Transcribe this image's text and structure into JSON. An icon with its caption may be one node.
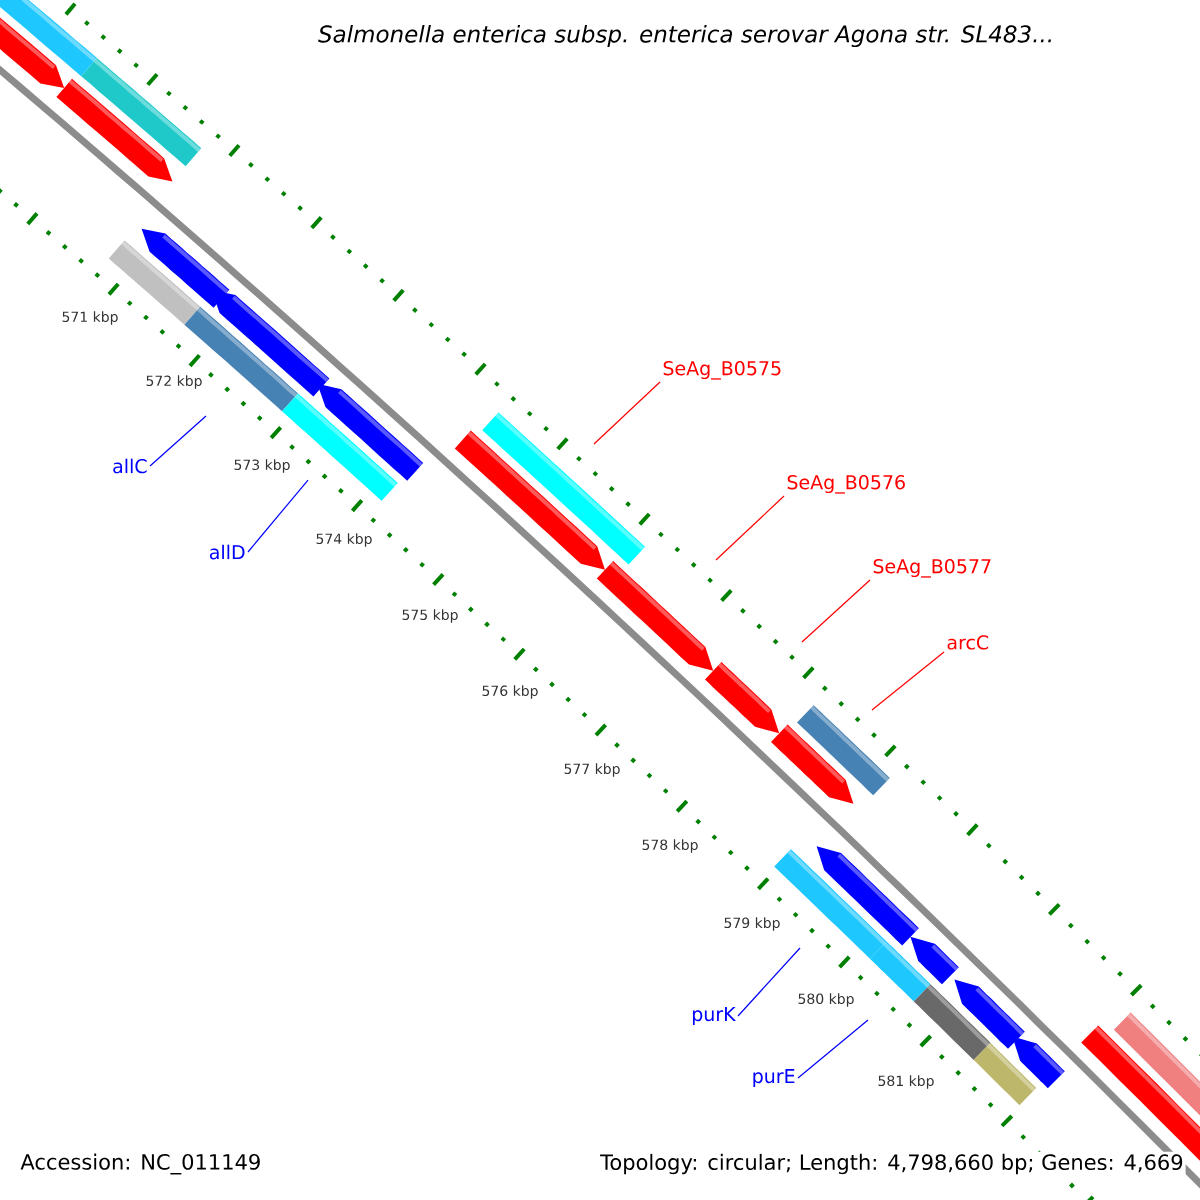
{
  "diagram": {
    "title": "Salmonella enterica subsp. enterica serovar Agona str. SL483...",
    "nodes": [
      {
        "text": [
          "SeAg_B0575"
        ]
      },
      {
        "text": [
          "SeAg_B0576"
        ]
      },
      {
        "text": [
          "SeAg_B0577"
        ]
      },
      {
        "text": [
          "arcC"
        ]
      },
      {
        "text": [
          "allC"
        ]
      },
      {
        "text": [
          "allD"
        ]
      },
      {
        "text": [
          "purK"
        ]
      },
      {
        "text": [
          "purE"
        ]
      }
    ],
    "edges": [
      {
        "from": 0,
        "to": null,
        "arrow": "none"
      },
      {
        "from": 1,
        "to": null,
        "arrow": "none"
      },
      {
        "from": 2,
        "to": null,
        "arrow": "none"
      },
      {
        "from": 3,
        "to": null,
        "arrow": "none"
      },
      {
        "from": 4,
        "to": null,
        "arrow": "none",
        "color": "#0000ff"
      },
      {
        "from": 5,
        "to": null,
        "arrow": "none",
        "color": "#0000ff"
      },
      {
        "from": 6,
        "to": null,
        "arrow": "none",
        "color": "#0000ff"
      },
      {
        "from": 7,
        "to": null,
        "arrow": "none",
        "color": "#0000ff"
      }
    ],
    "labels": [
      "571 kbp",
      "572 kbp",
      "573 kbp",
      "574 kbp",
      "575 kbp",
      "576 kbp",
      "577 kbp",
      "578 kbp",
      "579 kbp",
      "580 kbp",
      "581 kbp",
      "Accession: NC_011149",
      "Topology: circular; Length: 4,798,660 bp; Genes: 4,669"
    ]
  }
}
